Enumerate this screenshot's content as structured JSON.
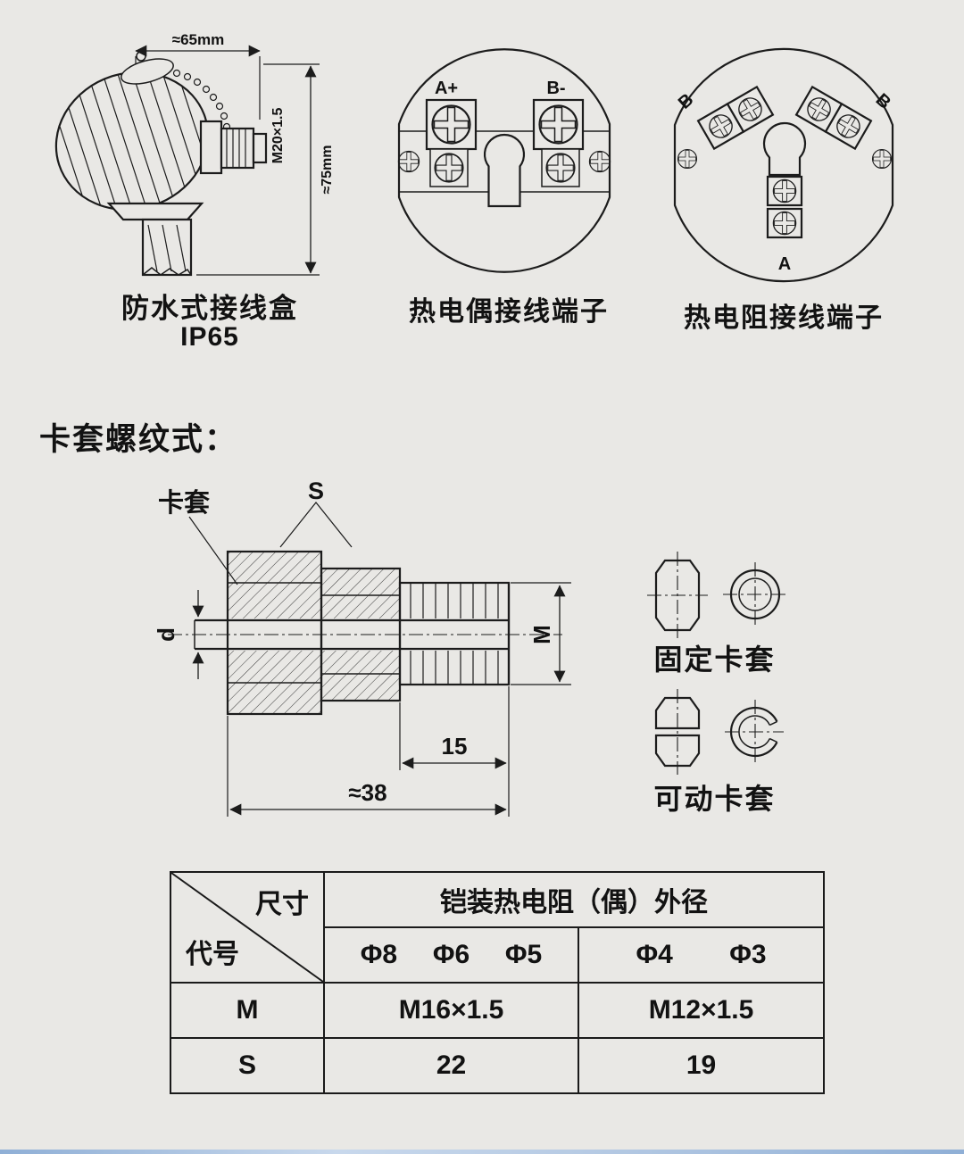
{
  "page": {
    "background": "#e9e8e5",
    "ink": "#1c1c1c"
  },
  "junction_box": {
    "dim_width": "≈65mm",
    "dim_thread": "M20×1.5",
    "dim_height": "≈75mm",
    "caption_line1": "防水式接线盒",
    "caption_line2": "IP65"
  },
  "thermocouple": {
    "terminal_a": "A+",
    "terminal_b": "B-",
    "caption": "热电偶接线端子"
  },
  "rtd": {
    "terminal_b_left": "B",
    "terminal_b_right": "B",
    "terminal_a": "A",
    "caption": "热电阻接线端子"
  },
  "ferrule": {
    "heading": "卡套螺纹式：",
    "label_ferrule": "卡套",
    "label_s": "S",
    "label_d": "d",
    "label_m": "M",
    "dim_15": "15",
    "dim_38": "≈38",
    "caption_fixed": "固定卡套",
    "caption_movable": "可动卡套"
  },
  "table": {
    "corner_top": "尺寸",
    "corner_bottom": "代号",
    "span_header": "铠装热电阻（偶）外径",
    "dia_a1": "Φ8",
    "dia_a2": "Φ6",
    "dia_a3": "Φ5",
    "dia_b1": "Φ4",
    "dia_b2": "Φ3",
    "m_label": "M",
    "m_left": "M16×1.5",
    "m_right": "M12×1.5",
    "s_label": "S",
    "s_left": "22",
    "s_right": "19"
  }
}
